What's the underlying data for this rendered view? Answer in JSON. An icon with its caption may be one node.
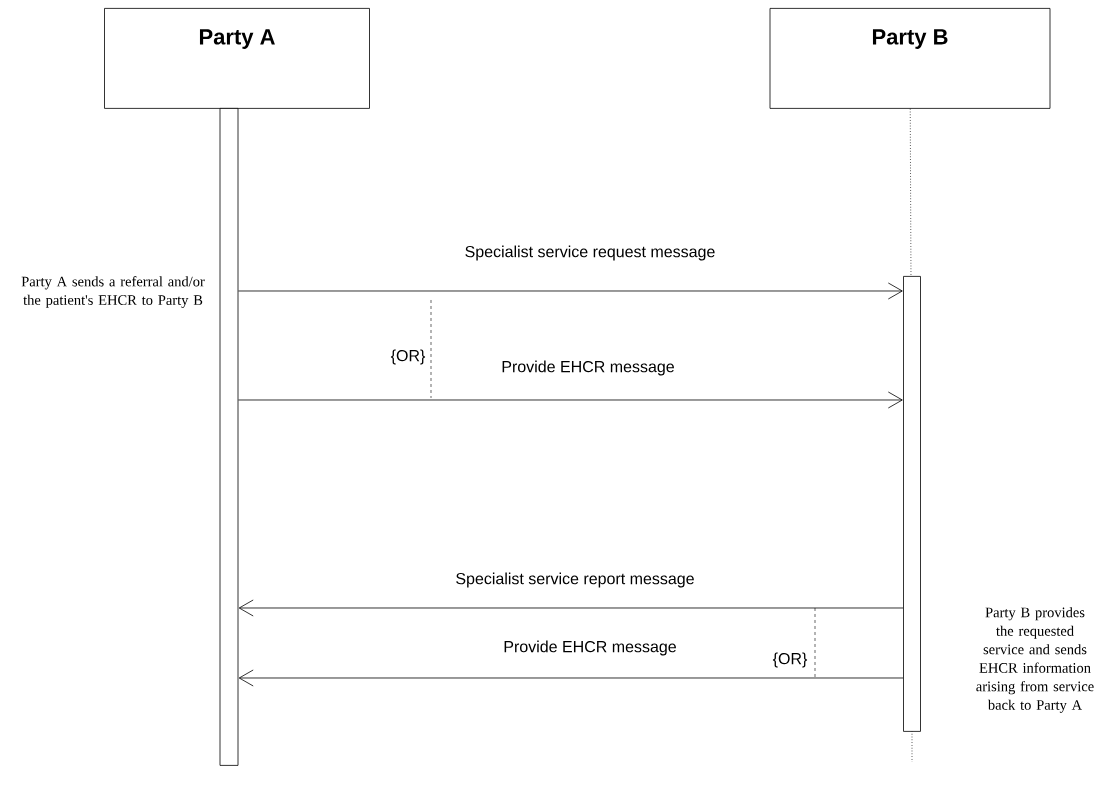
{
  "diagram": {
    "nodes": [
      {
        "text": [
          "Party A"
        ]
      },
      {
        "text": [
          "Party B"
        ]
      },
      {
        "text": [],
        "shape": "bar"
      },
      {
        "text": [],
        "shape": "bar"
      }
    ],
    "edges": [
      {
        "from": 1,
        "to": 3,
        "arrow": "none",
        "style": "dashed"
      },
      {
        "from": 2,
        "to": 3,
        "arrow": "to",
        "label": "Specialist service request message"
      },
      {
        "from": 2,
        "to": 3,
        "arrow": "to",
        "label": "Provide EHCR message"
      },
      {
        "from": 3,
        "to": 2,
        "arrow": "to",
        "label": "Specialist service report message"
      },
      {
        "from": 3,
        "to": 2,
        "arrow": "to",
        "label": "Provide EHCR message"
      }
    ],
    "labels": [
      "Party A sends a referral and/or the patient's EHCR to Party B",
      "{OR}",
      "{OR}",
      "Party B provides the requested service and sends EHCR information arising from service back to Party A"
    ]
  }
}
